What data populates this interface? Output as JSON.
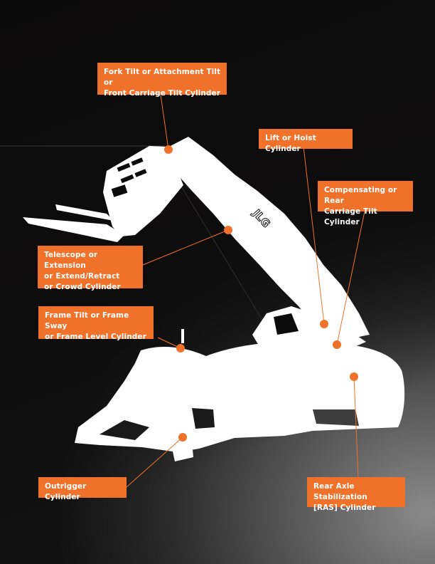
{
  "diagram": {
    "subject": "Telehandler silhouette with hydraulic cylinder callouts",
    "brand_mark": "JLG",
    "accent_color": "#f0722a",
    "silhouette_color": "#ffffff",
    "callouts": [
      {
        "id": "fork-tilt",
        "label": "Fork Tilt or Attachment Tilt or\nFront Carriage Tilt Cylinder"
      },
      {
        "id": "lift-hoist",
        "label": "Lift or Hoist Cylinder"
      },
      {
        "id": "compensating",
        "label": "Compensating or Rear\nCarriage Tilt Cylinder"
      },
      {
        "id": "telescope",
        "label": "Telescope or Extension\nor Extend/Retract\nor Crowd Cylinder"
      },
      {
        "id": "frame-tilt",
        "label": "Frame Tilt or Frame Sway\nor Frame Level Cylinder"
      },
      {
        "id": "outrigger",
        "label": "Outrigger Cylinder"
      },
      {
        "id": "ras",
        "label": "Rear Axle Stabilization\n[RAS] Cylinder"
      }
    ]
  }
}
